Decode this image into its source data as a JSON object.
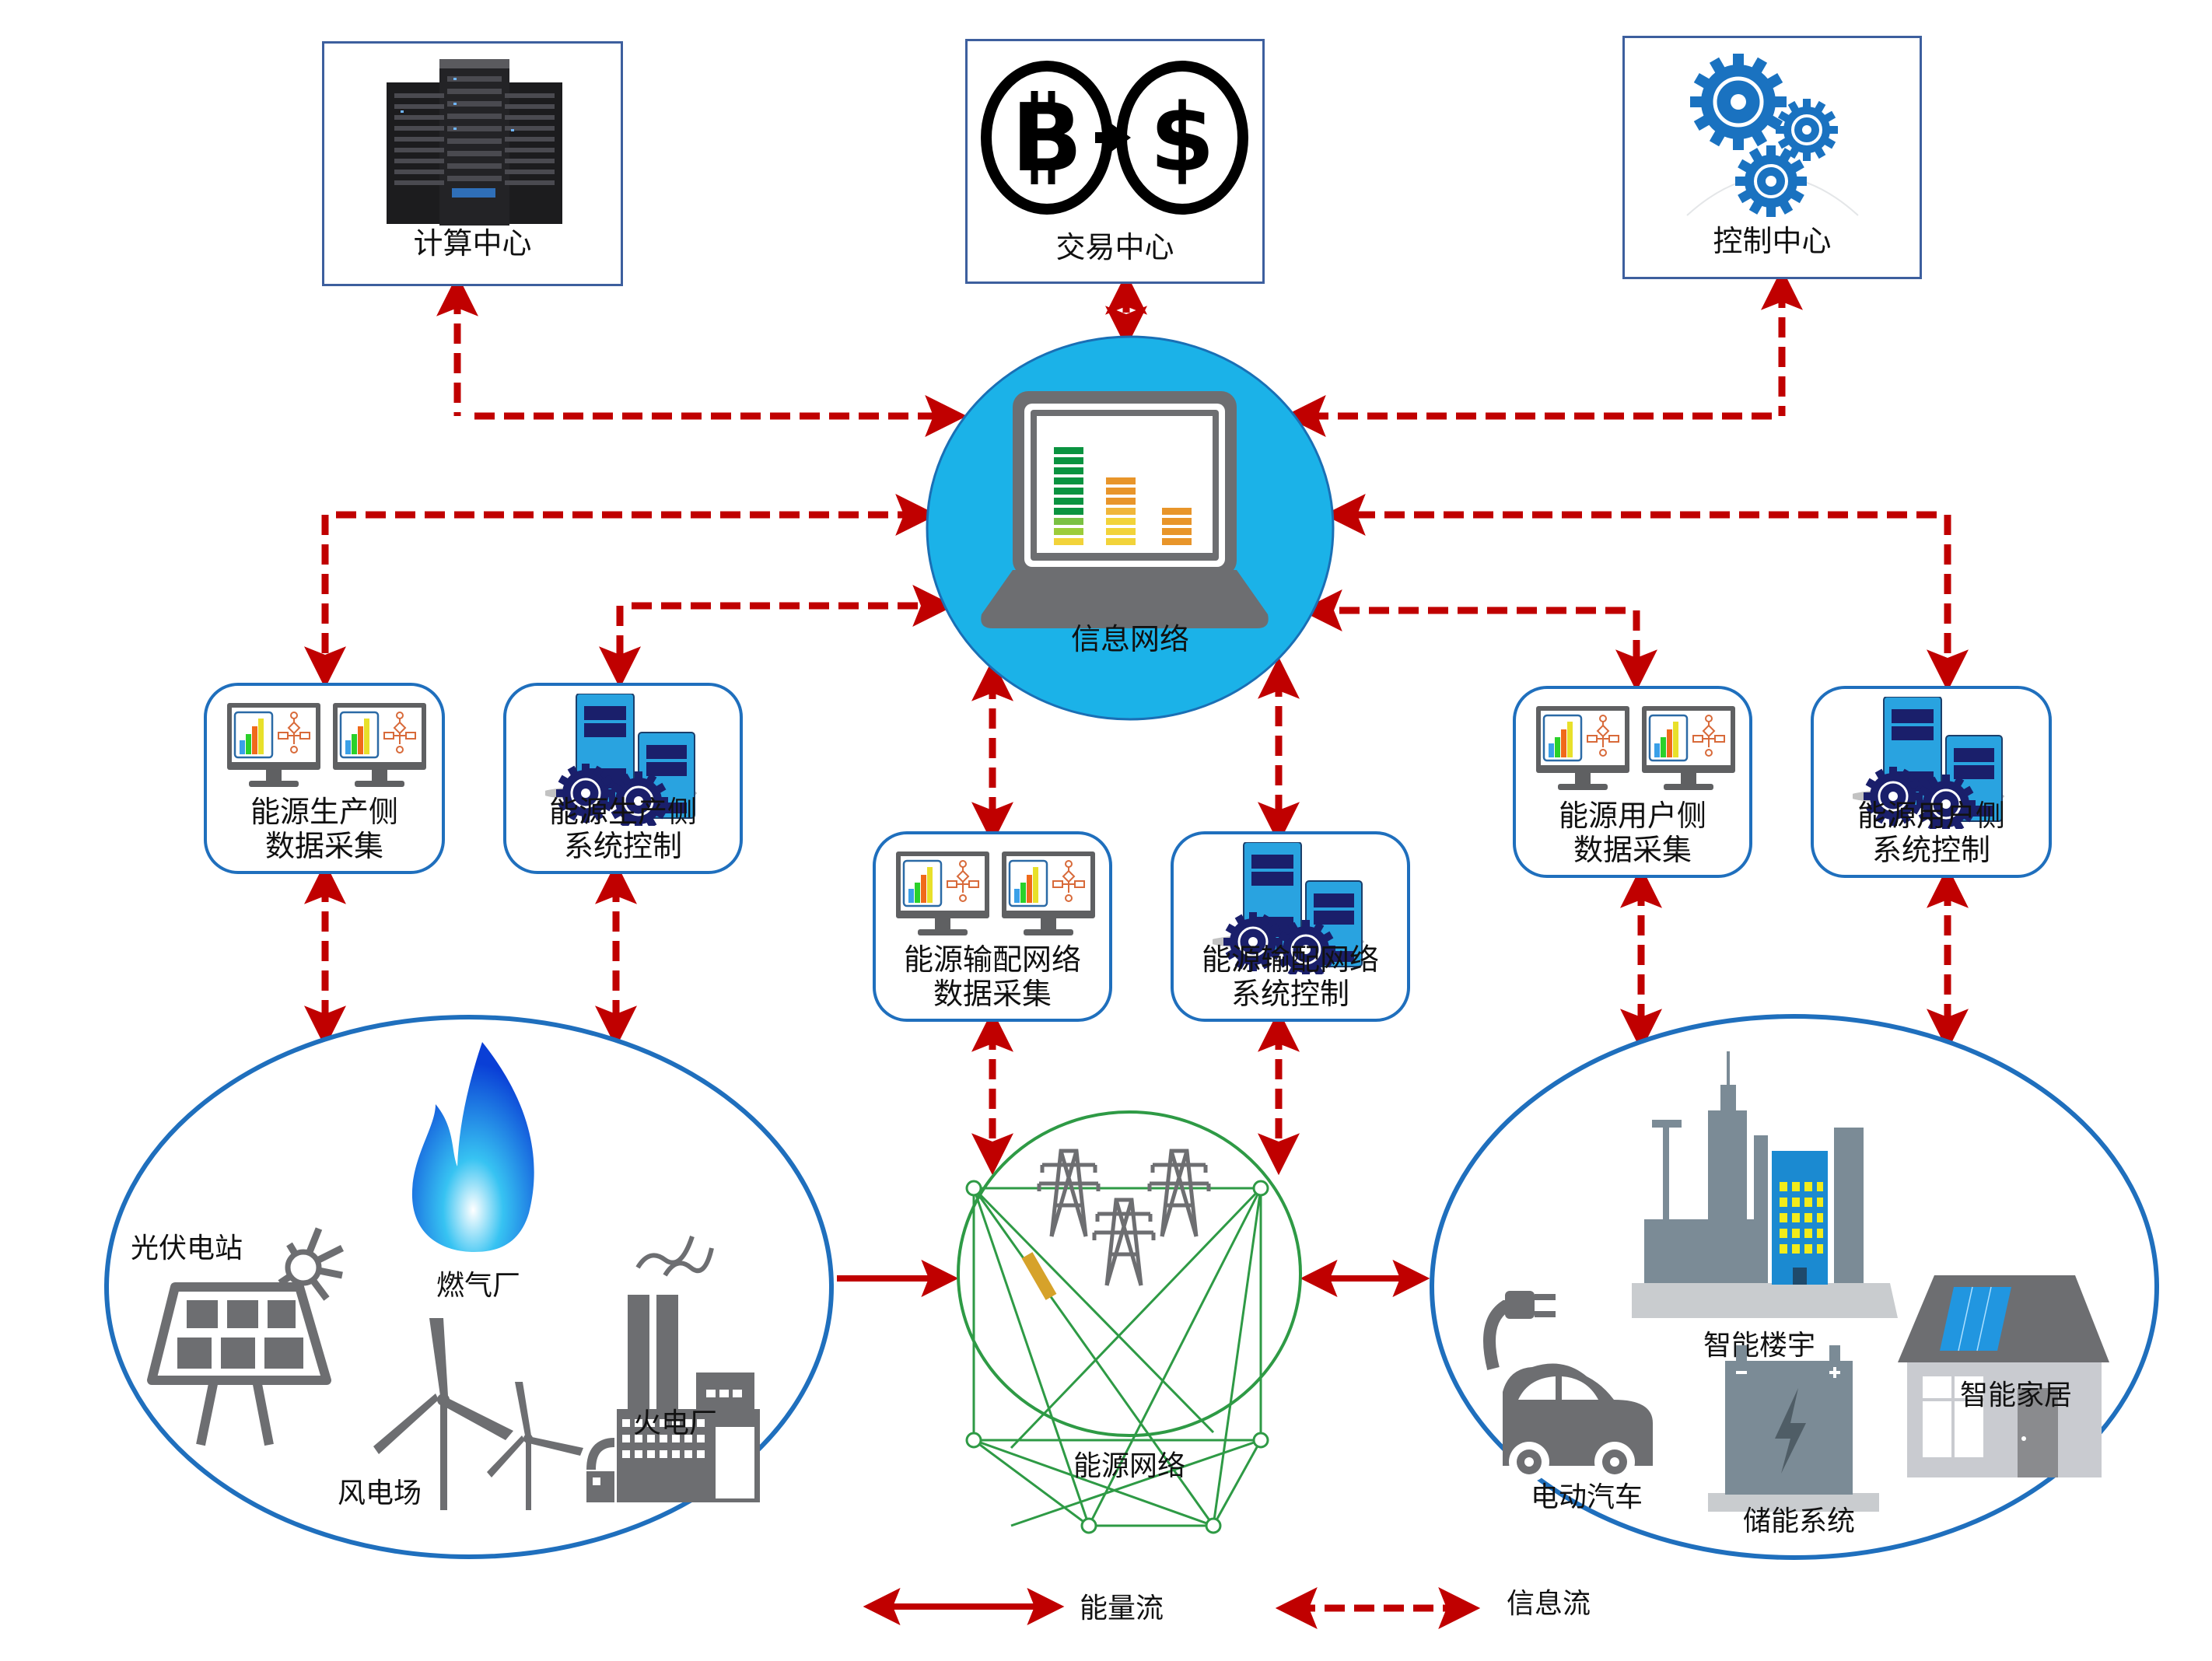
{
  "title": "综合能源系统信息-能量流架构图",
  "centers": {
    "computing": {
      "label": "计算中心",
      "icon": "server-rack-icon"
    },
    "trading": {
      "label": "交易中心",
      "icon": "bitcoin-to-dollar-icon"
    },
    "control": {
      "label": "控制中心",
      "icon": "gears-icon"
    }
  },
  "info_network": {
    "label": "信息网络",
    "icon": "laptop-chart-icon"
  },
  "sub_systems": [
    {
      "line1": "能源生产侧",
      "line2": "数据采集",
      "icon": "monitors-chart-icon"
    },
    {
      "line1": "能源生产侧",
      "line2": "系统控制",
      "icon": "server-gears-icon"
    },
    {
      "line1": "能源输配网络",
      "line2": "数据采集",
      "icon": "monitors-chart-icon"
    },
    {
      "line1": "能源输配网络",
      "line2": "系统控制",
      "icon": "server-gears-icon"
    },
    {
      "line1": "能源用户侧",
      "line2": "数据采集",
      "icon": "monitors-chart-icon"
    },
    {
      "line1": "能源用户侧",
      "line2": "系统控制",
      "icon": "server-gears-icon"
    }
  ],
  "production": {
    "items": [
      {
        "label": "光伏电站",
        "icon": "solar-panel-icon"
      },
      {
        "label": "燃气厂",
        "icon": "gas-flame-icon"
      },
      {
        "label": "火电厂",
        "icon": "thermal-plant-icon"
      },
      {
        "label": "风电场",
        "icon": "wind-turbine-icon"
      }
    ]
  },
  "energy_network": {
    "label": "能源网络",
    "icon": "power-grid-icon"
  },
  "consumption": {
    "items": [
      {
        "label": "智能楼宇",
        "icon": "smart-building-icon"
      },
      {
        "label": "电动汽车",
        "icon": "electric-car-icon"
      },
      {
        "label": "智能家居",
        "icon": "smart-home-icon"
      },
      {
        "label": "储能系统",
        "icon": "battery-storage-icon"
      }
    ]
  },
  "legend": {
    "energy_flow": "能量流",
    "info_flow": "信息流"
  },
  "colors": {
    "arrow": "#c00000",
    "info_circle": "#1bb2e8",
    "box_border": "#1f6fbd",
    "grid_green": "#2e9a45",
    "icon_gray": "#6d6e71"
  }
}
